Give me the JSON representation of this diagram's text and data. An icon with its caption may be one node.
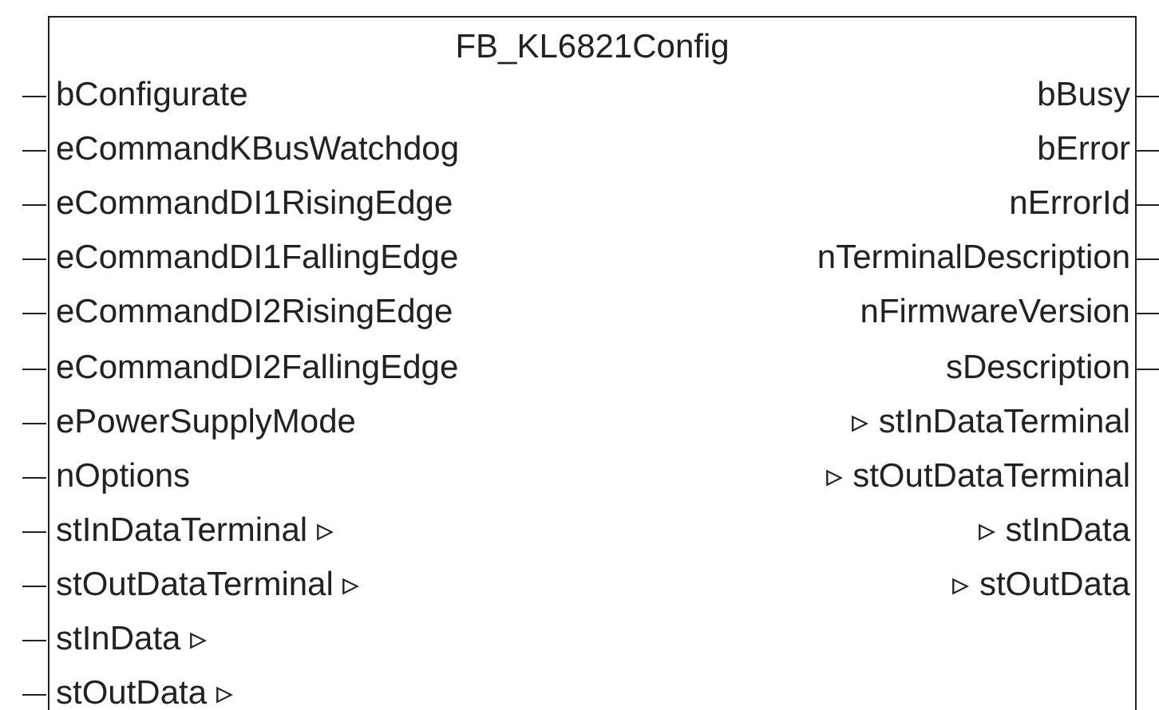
{
  "diagram": {
    "nodes": [
      {
        "text": [
          "FB_KL6821Config"
        ]
      }
    ],
    "labels": [
      "bConfigurate",
      "bBusy",
      "eCommandKBusWatchdog",
      "bError",
      "eCommandDI1RisingEdge",
      "nErrorId",
      "eCommandDI1FallingEdge",
      "nTerminalDescription",
      "eCommandDI2RisingEdge",
      "nFirmwareVersion",
      "eCommandDI2FallingEdge",
      "sDescription",
      "ePowerSupplyMode",
      "▹ stInDataTerminal",
      "nOptions",
      "▹ stOutDataTerminal",
      "stInDataTerminal ▹",
      "▹ stInData",
      "stOutDataTerminal ▹",
      "▹ stOutData",
      "stInData ▹",
      "stOutData ▹"
    ]
  }
}
